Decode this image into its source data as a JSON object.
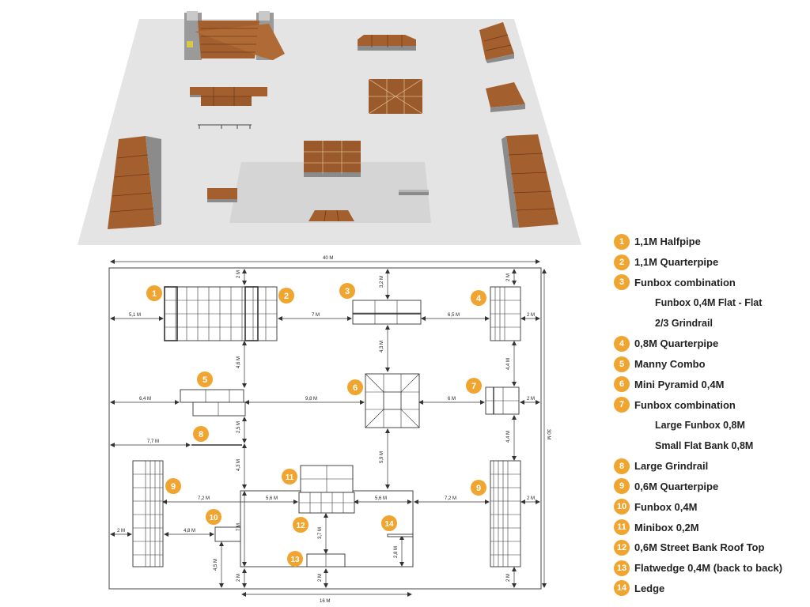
{
  "colors": {
    "badge": "#f0a530",
    "wood": "#9b5a2c",
    "wood_dark": "#7a4420",
    "concrete": "#e4e4e4",
    "concrete_inner": "#d3d3d3",
    "line": "#333333"
  },
  "legend": [
    {
      "number": "1",
      "label": "1,1M Halfpipe"
    },
    {
      "number": "2",
      "label": "1,1M Quarterpipe"
    },
    {
      "number": "3",
      "label": "Funbox combination"
    },
    {
      "number": "",
      "label": "Funbox 0,4M Flat - Flat"
    },
    {
      "number": "",
      "label": "2/3 Grindrail"
    },
    {
      "number": "4",
      "label": "0,8M Quarterpipe"
    },
    {
      "number": "5",
      "label": "Manny Combo"
    },
    {
      "number": "6",
      "label": "Mini Pyramid 0,4M"
    },
    {
      "number": "7",
      "label": "Funbox combination"
    },
    {
      "number": "",
      "label": "Large Funbox 0,8M"
    },
    {
      "number": "",
      "label": "Small Flat Bank 0,8M"
    },
    {
      "number": "8",
      "label": "Large Grindrail"
    },
    {
      "number": "9",
      "label": "0,6M Quarterpipe"
    },
    {
      "number": "10",
      "label": "Funbox 0,4M"
    },
    {
      "number": "11",
      "label": "Minibox 0,2M"
    },
    {
      "number": "12",
      "label": "0,6M Street Bank Roof Top"
    },
    {
      "number": "13",
      "label": "Flatwedge 0,4M (back to back)"
    },
    {
      "number": "14",
      "label": "Ledge"
    }
  ],
  "plan": {
    "badges": [
      "1",
      "2",
      "3",
      "4",
      "5",
      "6",
      "7",
      "8",
      "9",
      "9",
      "10",
      "11",
      "12",
      "13",
      "14"
    ],
    "dimensions": {
      "total_width": "40 M",
      "total_height": "30 M",
      "d_2m": "2 M",
      "d_5_1": "5,1 M",
      "d_7": "7 M",
      "d_6_5": "6,5 M",
      "d_3_2": "3,2 M",
      "d_4_3": "4,3 M",
      "d_4_6": "4,6 M",
      "d_6_4": "6,4 M",
      "d_9_8": "9,8 M",
      "d_6": "6 M",
      "d_4_4": "4,4 M",
      "d_7_7": "7,7 M",
      "d_2_5": "2,5 M",
      "d_5_9": "5,9 M",
      "d_7_2": "7,2 M",
      "d_5_6": "5,6 M",
      "d_3_7": "3,7 M",
      "d_4_8": "4,8 M",
      "d_4_5": "4,5 M",
      "d_2_8": "2,8 M",
      "d_16": "16 M"
    }
  }
}
